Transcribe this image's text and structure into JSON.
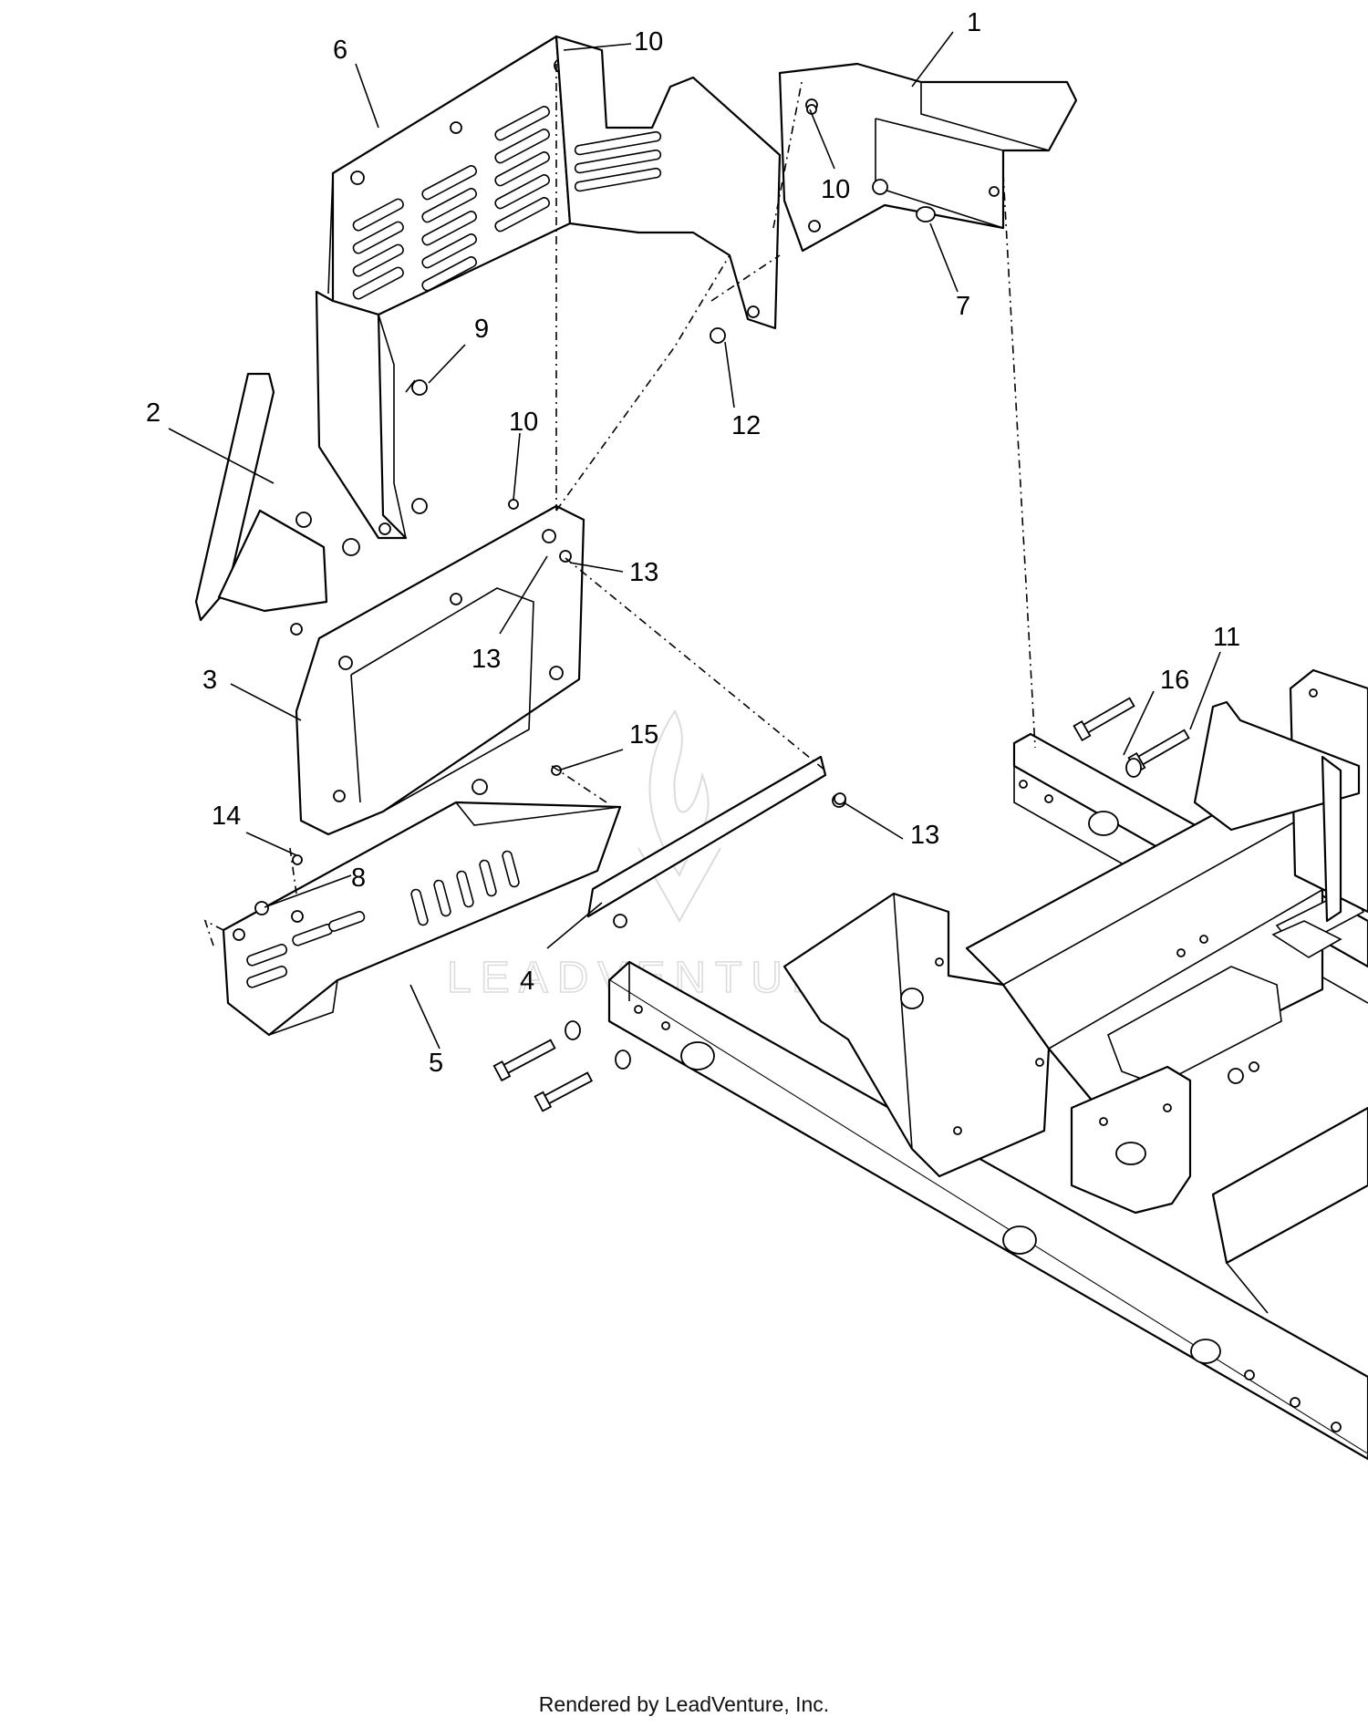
{
  "callouts": {
    "c1": "1",
    "c2": "2",
    "c3": "3",
    "c4": "4",
    "c5": "5",
    "c6": "6",
    "c7": "7",
    "c8": "8",
    "c9": "9",
    "c10a": "10",
    "c10b": "10",
    "c10c": "10",
    "c11": "11",
    "c12": "12",
    "c13a": "13",
    "c13b": "13",
    "c13c": "13",
    "c14": "14",
    "c15": "15",
    "c16": "16"
  },
  "watermark": {
    "text": "LEADVENTURE"
  },
  "footer": {
    "text": "Rendered by LeadVenture, Inc."
  },
  "colors": {
    "line": "#000000",
    "background": "#ffffff",
    "watermark": "#dcdcdc"
  }
}
